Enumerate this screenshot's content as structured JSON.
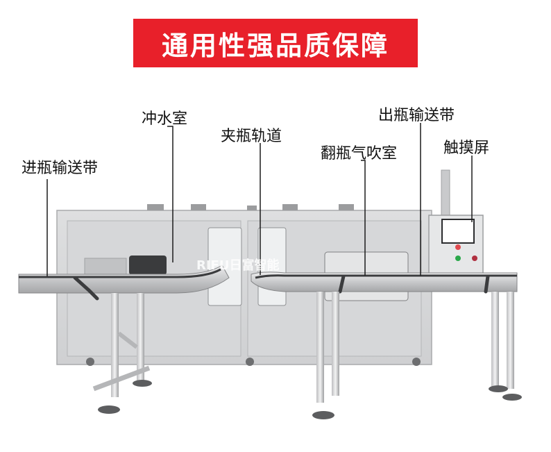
{
  "banner": {
    "title": "通用性强品质保障"
  },
  "labels": {
    "chongshuishi": "冲水室",
    "jinping": "进瓶输送带",
    "jiaping": "夹瓶轨道",
    "chuping": "出瓶输送带",
    "fanping": "翻瓶气吹室",
    "chumoping": "触摸屏"
  },
  "watermark": "RIFU日富智能",
  "colors": {
    "banner": "#e8202a",
    "steel": "#c9cacc",
    "steel_dark": "#8e9093",
    "frame": "#dcdcdc"
  }
}
